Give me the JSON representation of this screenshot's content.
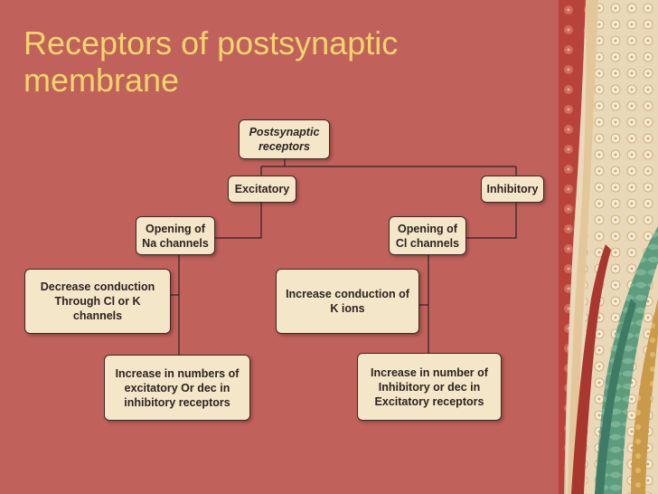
{
  "slide": {
    "title": "Receptors of postsynaptic membrane",
    "accent_color": "#f2d56a",
    "background_color": "#c0615c"
  },
  "diagram": {
    "root": "Postsynaptic\nreceptors",
    "excitatory": "Excitatory",
    "inhibitory": "Inhibitory",
    "na_channels": "Opening of\nNa channels",
    "cl_channels": "Opening of\nCl channels",
    "decrease_conduction": "Decrease conduction\nThrough Cl or K\nchannels",
    "increase_excitatory": "Increase in numbers of\nexcitatory Or dec in\ninhibitory receptors",
    "increase_k": "Increase conduction of\nK ions",
    "increase_inhibitory": "Increase in number of\nInhibitory or dec in\nExcitatory receptors"
  },
  "decoration": {
    "right_band": "floral-pattern-band"
  }
}
